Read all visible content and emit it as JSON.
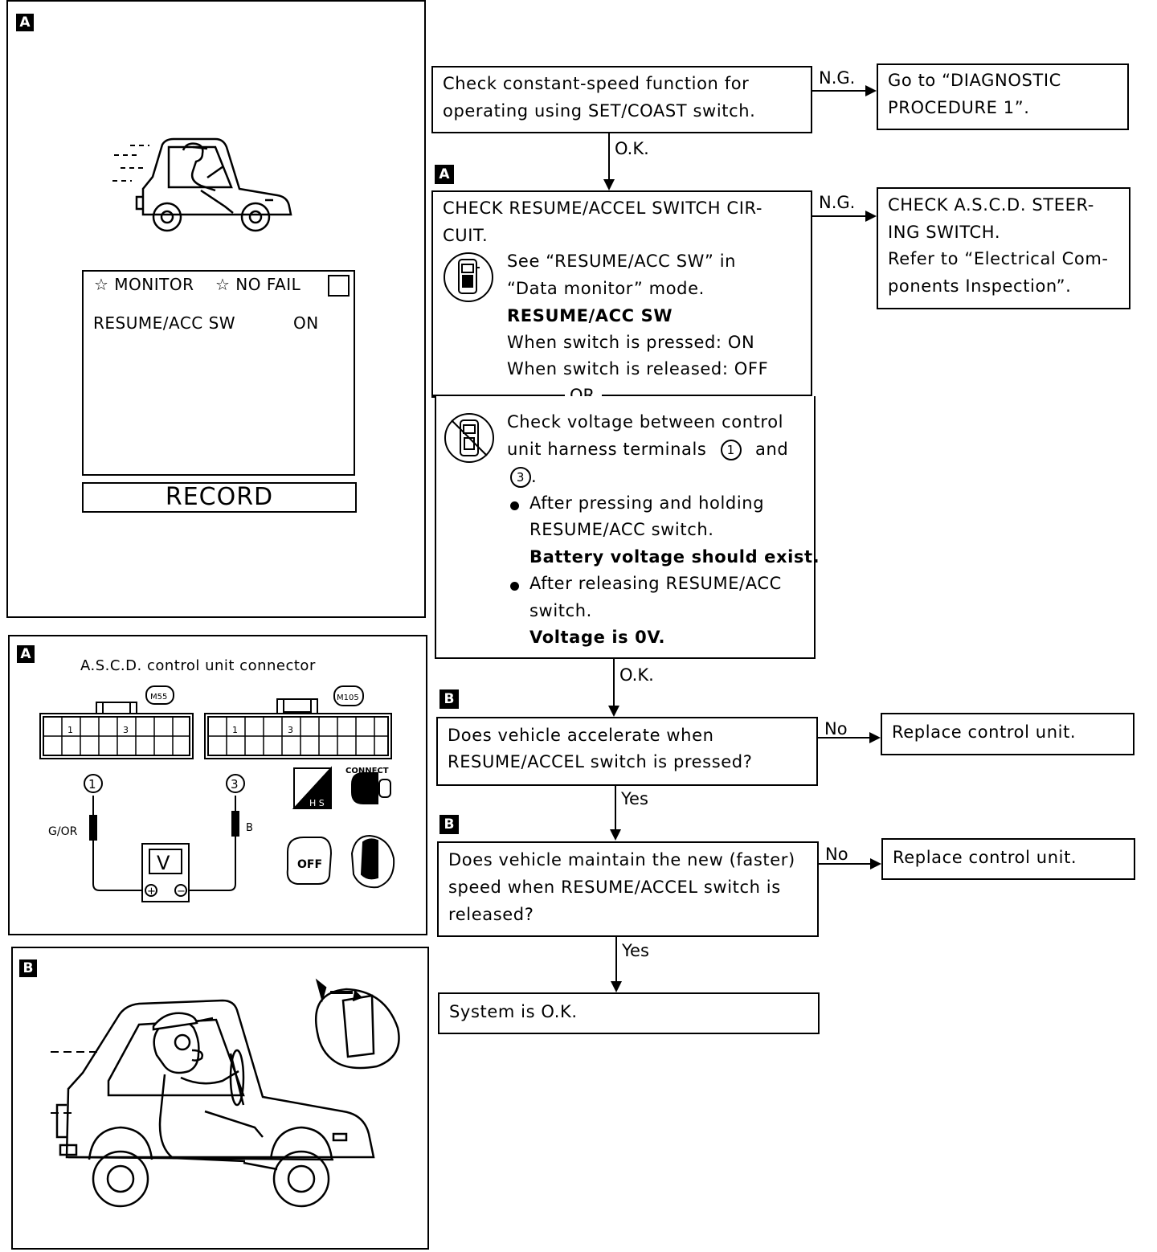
{
  "panels": {
    "a_top": {
      "tag": "A",
      "monitor": {
        "header_left": "☆ MONITOR",
        "header_right": "☆ NO FAIL",
        "item_label": "RESUME/ACC SW",
        "item_value": "ON",
        "record_button": "RECORD"
      }
    },
    "a_connector": {
      "tag": "A",
      "title": "A.S.C.D. control unit connector",
      "connector_left_id": "M55",
      "connector_right_id": "M105",
      "pin_1": "1",
      "pin_3": "3",
      "terminal_1": "①",
      "terminal_3": "③",
      "wire_left": "G/OR",
      "wire_right": "B",
      "meter": "V",
      "meter_plus": "+",
      "meter_minus": "−",
      "hs_label": "H S",
      "connect_label": "CONNECT",
      "off_label": "OFF"
    },
    "b_driving": {
      "tag": "B"
    }
  },
  "flow": {
    "step1": {
      "lines": [
        "Check constant-speed function for",
        "operating using SET/COAST switch."
      ],
      "ng_label": "N.G.",
      "ok_label": "O.K.",
      "ng_target": [
        "Go to “DIAGNOSTIC",
        "PROCEDURE 1”."
      ]
    },
    "step2": {
      "tag": "A",
      "title_lines": [
        "CHECK RESUME/ACCEL SWITCH CIR-",
        "CUIT."
      ],
      "monitor_lines": [
        "See “RESUME/ACC SW” in",
        "“Data monitor” mode."
      ],
      "monitor_bold": "RESUME/ACC SW",
      "monitor_pressed": "When switch is pressed: ON",
      "monitor_released": "When switch is released: OFF",
      "or_label": "OR",
      "voltage_line1": "Check voltage between control",
      "voltage_line2_pre": "unit harness terminals",
      "voltage_t1": "1",
      "voltage_line2_and": "and",
      "voltage_t3": "3",
      "voltage_line3_post": ".",
      "bullet1_lines": [
        "After pressing and holding",
        "RESUME/ACC switch."
      ],
      "bullet1_bold": "Battery voltage should exist.",
      "bullet2_lines": [
        "After releasing RESUME/ACC",
        "switch."
      ],
      "bullet2_bold": "Voltage is 0V.",
      "ng_label": "N.G.",
      "ok_label": "O.K.",
      "ng_target": [
        "CHECK A.S.C.D. STEER-",
        "ING SWITCH.",
        "Refer to “Electrical Com-",
        "ponents Inspection”."
      ]
    },
    "step3": {
      "tag": "B",
      "lines": [
        "Does vehicle accelerate when",
        "RESUME/ACCEL switch is pressed?"
      ],
      "no_label": "No",
      "yes_label": "Yes",
      "no_target": "Replace control unit."
    },
    "step4": {
      "tag": "B",
      "lines": [
        "Does vehicle maintain the new (faster)",
        "speed when RESUME/ACCEL switch is",
        "released?"
      ],
      "no_label": "No",
      "yes_label": "Yes",
      "no_target": "Replace control unit."
    },
    "final": {
      "text": "System is O.K."
    }
  }
}
